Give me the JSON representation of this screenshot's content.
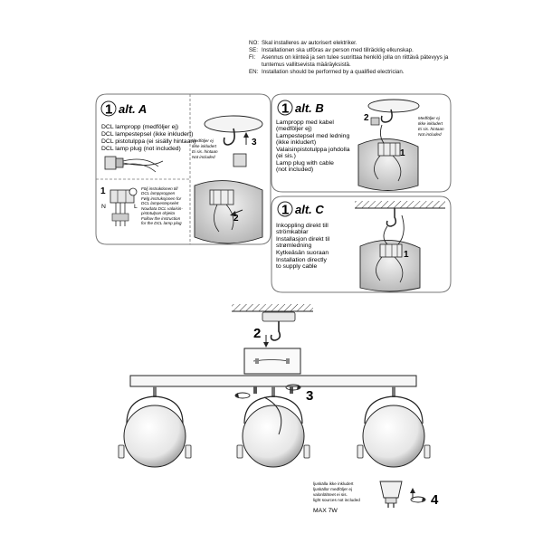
{
  "warning": [
    {
      "code": "NO:",
      "text": "Skal installeres av autorisert elektriker."
    },
    {
      "code": "SE:",
      "text": "Installationen ska utföras av person med tillräcklig elkunskap."
    },
    {
      "code": "FI:",
      "text": "Asennus on kiinteä ja sen tulee suorittaa henkilö jolla on riittävä pätevyys ja tuntemus vallitsevista määräyksistä."
    },
    {
      "code": "EN:",
      "text": "Installation should be performed by a qualified electrician."
    }
  ],
  "alt_a": {
    "step": "1",
    "title": "alt. A",
    "lines": [
      "DCL lampropp (medföljer ej)",
      "DCL lampestepsel (ikke inkludert)",
      "DCL pistotulppa (ei sisälly hintaan)",
      "DCL lamp plug (not included)"
    ],
    "not_included": [
      "Medföljer ej",
      "Ikke inkludert",
      "Ei sis. hintaan",
      "Not included"
    ],
    "instruction": [
      "Följ instruktionen till",
      "DCL lampproppen",
      "Følg instruksjonen for",
      "DCL lampestepselet",
      "Noudata DCL valaisin-",
      "pistotulpan ohjeita",
      "Follow the instruction",
      "for the DCL lamp plug"
    ],
    "step2": "2",
    "step3": "3",
    "step1b": "1",
    "n": "N",
    "l": "L"
  },
  "alt_b": {
    "step": "1",
    "title": "alt. B",
    "lines": [
      "Lampropp med kabel",
      "(medföljer ej)",
      "Lampestepsel med ledning",
      "(ikke inkludert)",
      "Valaisinpistotulppa johdolla",
      "(ei sis.)",
      "Lamp plug with cable",
      "(not included)"
    ],
    "not_included": [
      "Medföljer ej",
      "Ikke inkludert",
      "Ei sis. hintaan",
      "Not included"
    ],
    "step2": "2",
    "step1b": "1"
  },
  "alt_c": {
    "step": "1",
    "title": "alt. C",
    "lines": [
      "Inkoppling direkt till",
      "strömkablar",
      "Installasjon direkt til",
      "strømledning",
      "Kytkeäsän suoraan",
      "Installation directly",
      "to supply cable"
    ],
    "step1b": "1"
  },
  "assembly": {
    "step2": "2",
    "step3": "3",
    "step4": "4"
  },
  "bulb": {
    "lines": [
      "ljuskälla ikke inkludert",
      "ljuskällor medföljer ej",
      "valonlähteet ei sis.",
      "light sources not included"
    ],
    "max": "MAX 7W"
  }
}
